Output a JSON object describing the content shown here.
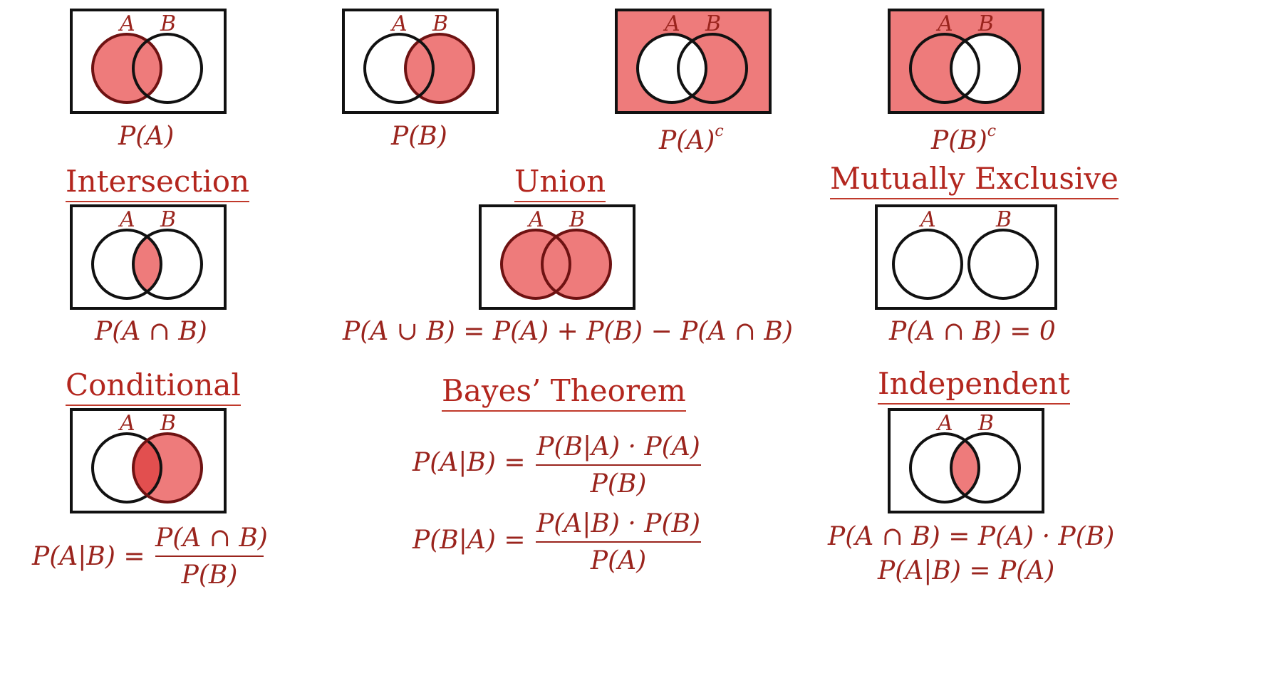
{
  "colors": {
    "fill": "#ee7b7b",
    "fill_dark": "#e24f4f",
    "stroke": "#111111",
    "circle_edge": "#6e1212",
    "text": "#9a241d",
    "heading": "#b3261e"
  },
  "set_labels": {
    "a": "A",
    "b": "B"
  },
  "row1": {
    "pa": "P(A)",
    "pb": "P(B)",
    "pac_base": "P(A)",
    "pac_sup": "c",
    "pbc_base": "P(B)",
    "pbc_sup": "c"
  },
  "intersection": {
    "heading": "Intersection",
    "formula": "P(A ∩ B)"
  },
  "union": {
    "heading": "Union",
    "formula": "P(A ∪ B) = P(A) + P(B) − P(A ∩ B)"
  },
  "mutually_exclusive": {
    "heading": "Mutually Exclusive",
    "formula": "P(A ∩ B) = 0"
  },
  "conditional": {
    "heading": "Conditional",
    "lhs": "P(A|B) =",
    "num": "P(A ∩ B)",
    "den": "P(B)"
  },
  "bayes": {
    "heading": "Bayes’ Theorem",
    "eq1": {
      "lhs": "P(A|B) =",
      "num": "P(B|A) · P(A)",
      "den": "P(B)"
    },
    "eq2": {
      "lhs": "P(B|A) =",
      "num": "P(A|B) · P(B)",
      "den": "P(A)"
    }
  },
  "independent": {
    "heading": "Independent",
    "formula1": "P(A ∩ B) = P(A) · P(B)",
    "formula2": "P(A|B) = P(A)"
  }
}
